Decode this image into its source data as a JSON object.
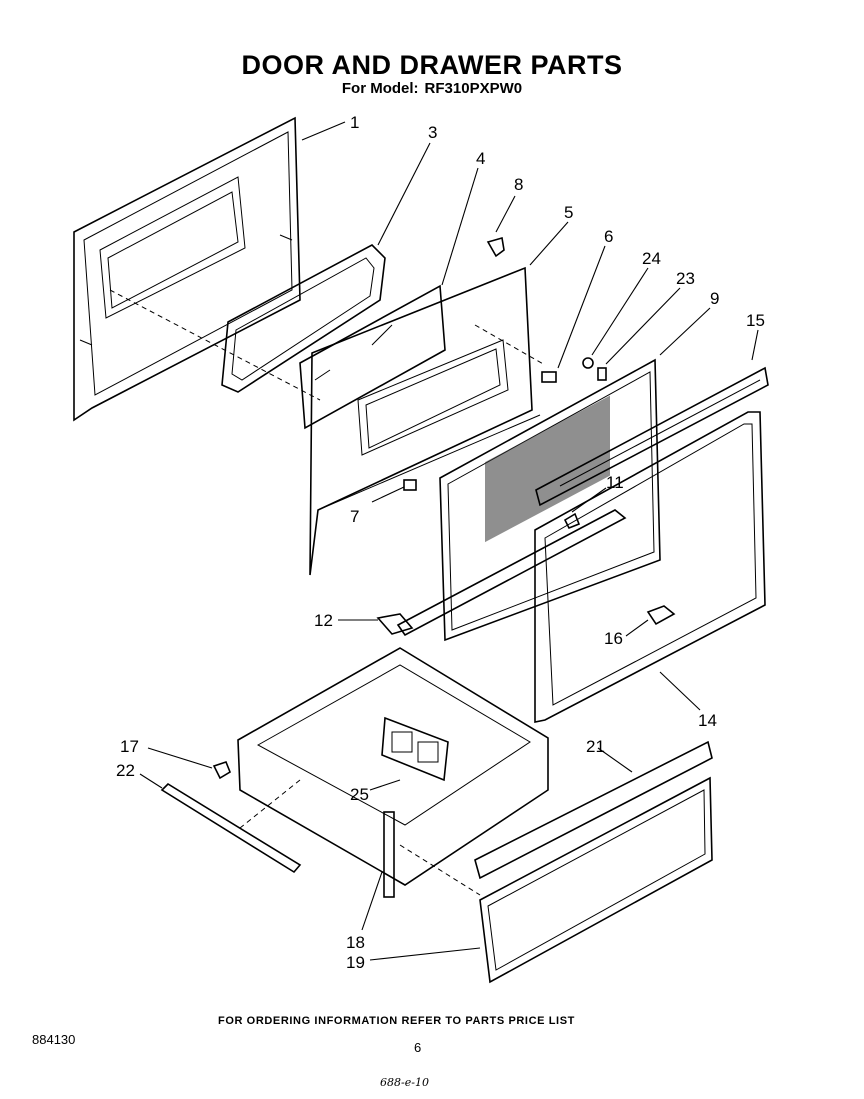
{
  "header": {
    "title": "DOOR AND DRAWER PARTS",
    "model_label": "For Model:",
    "model_number": "RF310PXPW0"
  },
  "callouts": [
    {
      "id": "c1",
      "label": "1"
    },
    {
      "id": "c3",
      "label": "3"
    },
    {
      "id": "c4",
      "label": "4"
    },
    {
      "id": "c8",
      "label": "8"
    },
    {
      "id": "c5",
      "label": "5"
    },
    {
      "id": "c6",
      "label": "6"
    },
    {
      "id": "c24",
      "label": "24"
    },
    {
      "id": "c23",
      "label": "23"
    },
    {
      "id": "c9",
      "label": "9"
    },
    {
      "id": "c15",
      "label": "15"
    },
    {
      "id": "c7",
      "label": "7"
    },
    {
      "id": "c11",
      "label": "11"
    },
    {
      "id": "c12",
      "label": "12"
    },
    {
      "id": "c16",
      "label": "16"
    },
    {
      "id": "c14",
      "label": "14"
    },
    {
      "id": "c17",
      "label": "17"
    },
    {
      "id": "c22",
      "label": "22"
    },
    {
      "id": "c21",
      "label": "21"
    },
    {
      "id": "c25",
      "label": "25"
    },
    {
      "id": "c18",
      "label": "18"
    },
    {
      "id": "c19",
      "label": "19"
    }
  ],
  "footer": {
    "ordering_note": "FOR ORDERING INFORMATION REFER TO PARTS PRICE LIST",
    "diagram_code": "884130",
    "page_number": "6",
    "handwritten_note": "688-e-10"
  }
}
